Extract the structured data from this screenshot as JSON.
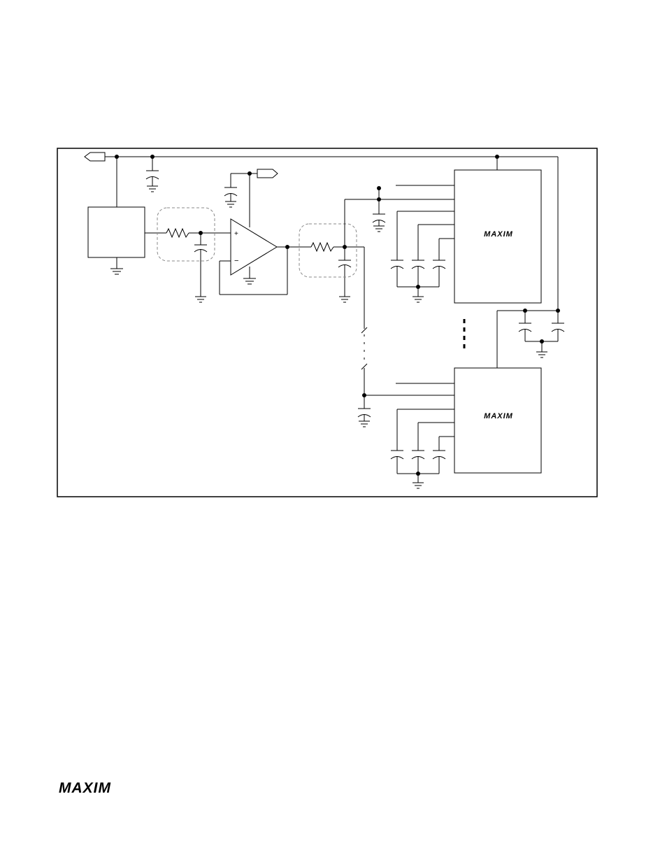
{
  "diagram": {
    "opamp_plus": "+",
    "opamp_minus": "−",
    "chip_top_logo": "MAXIM",
    "chip_bottom_logo": "MAXIM"
  },
  "footer": {
    "logo": "MAXIM"
  }
}
